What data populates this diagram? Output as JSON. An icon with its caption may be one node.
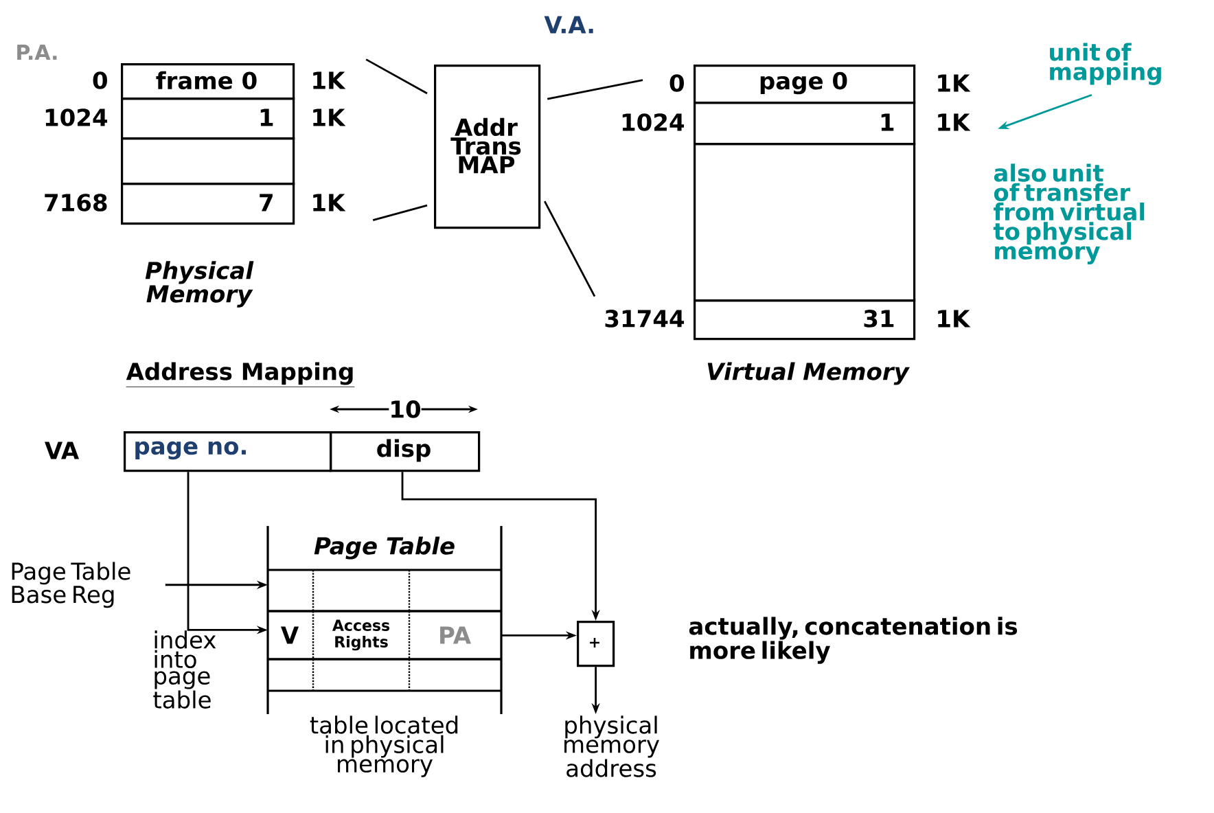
{
  "diagram": {
    "nodes": [
      {
        "text": [
          "frame 0"
        ],
        "beside": [
          "0",
          "1K"
        ]
      },
      {
        "text": [
          "1"
        ],
        "beside": [
          "1024",
          "1K"
        ]
      },
      {
        "text": [],
        "shape": "box"
      },
      {
        "text": [
          "7"
        ],
        "beside": [
          "7168",
          "1K"
        ]
      },
      {
        "text": [
          "Addr Trans MAP"
        ]
      },
      {
        "text": [
          "page 0"
        ],
        "beside": [
          "0",
          "1K"
        ]
      },
      {
        "text": [
          "1"
        ],
        "beside": [
          "1024",
          "1K"
        ]
      },
      {
        "text": [],
        "shape": "box"
      },
      {
        "text": [
          "31"
        ],
        "beside": [
          "31744",
          "1K"
        ]
      },
      {
        "text": [
          "unit of mapping"
        ]
      },
      {
        "text": [
          "page no."
        ]
      },
      {
        "text": [
          "disp"
        ]
      },
      {
        "text": [
          "Page Table"
        ]
      },
      {
        "text": [],
        "shape": "box",
        "in": 12
      },
      {
        "text": [
          "V",
          "Access Rights",
          "PA"
        ],
        "in": 12
      },
      {
        "text": [],
        "shape": "box",
        "in": 12
      },
      {
        "text": [
          "Page Table Base Reg"
        ]
      },
      {
        "text": [
          "+"
        ]
      },
      {
        "text": [
          "physical memory address"
        ]
      }
    ],
    "edges": [
      {
        "from": 0,
        "to": 4,
        "arrow": "none"
      },
      {
        "from": 3,
        "to": 4,
        "arrow": "none"
      },
      {
        "from": 4,
        "to": 5,
        "arrow": "none"
      },
      {
        "from": 4,
        "to": 8,
        "arrow": "none"
      },
      {
        "from": 9,
        "to": 6,
        "arrow": "to",
        "color": "#009999"
      },
      {
        "from": 10,
        "to": 14,
        "arrow": "to"
      },
      {
        "from": 11,
        "to": 17,
        "arrow": "to"
      },
      {
        "from": 14,
        "to": 17,
        "arrow": "to"
      },
      {
        "from": 16,
        "to": 13,
        "arrow": "to"
      },
      {
        "from": 17,
        "to": 18,
        "arrow": "to"
      }
    ],
    "labels": [
      "P.A.",
      "Physical Memory",
      "V.A.",
      "Virtual Memory",
      "also unit of transfer from virtual to physical memory",
      "Address Mapping",
      "10",
      "VA",
      "index into page table",
      "table located in physical memory",
      "actually, concatenation is more likely"
    ]
  }
}
